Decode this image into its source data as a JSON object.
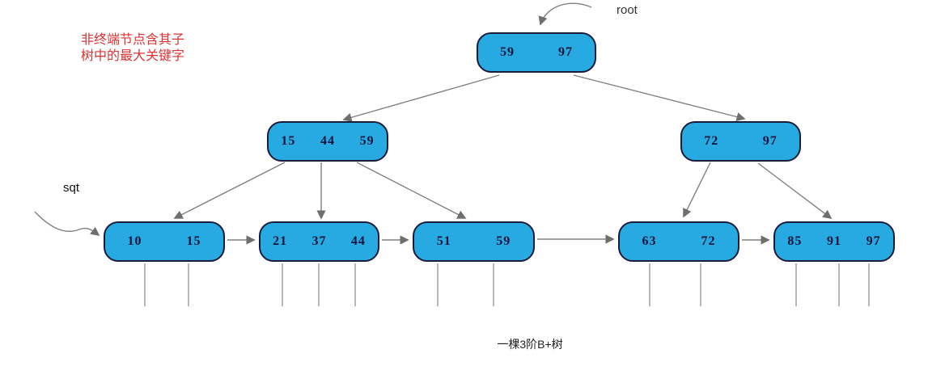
{
  "annotation": {
    "line1": "非终端节点含其子",
    "line2": "树中的最大关键字"
  },
  "labels": {
    "root": "root",
    "sqt": "sqt"
  },
  "caption": "一棵3阶B+树",
  "colors": {
    "node_fill": "#27aae1",
    "node_border": "#1b1b3a",
    "edge": "#808080",
    "annotation_red": "#dd3333",
    "key_text": "#14143c"
  },
  "tree": {
    "root": {
      "keys": [
        "59",
        "97"
      ]
    },
    "internal_left": {
      "keys": [
        "15",
        "44",
        "59"
      ]
    },
    "internal_right": {
      "keys": [
        "72",
        "97"
      ]
    },
    "leaves": [
      {
        "keys": [
          "10",
          "15"
        ]
      },
      {
        "keys": [
          "21",
          "37",
          "44"
        ]
      },
      {
        "keys": [
          "51",
          "59"
        ]
      },
      {
        "keys": [
          "63",
          "72"
        ]
      },
      {
        "keys": [
          "85",
          "91",
          "97"
        ]
      }
    ]
  }
}
